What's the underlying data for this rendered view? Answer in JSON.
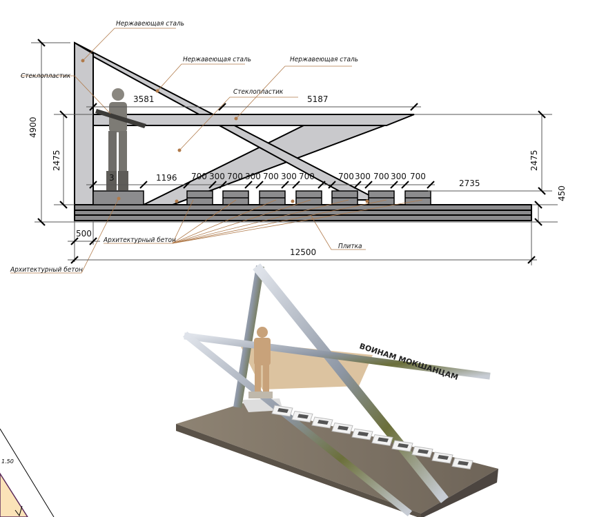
{
  "elevation": {
    "materials": {
      "steel_top": "Нержавеющая сталь",
      "steel_mid": "Нержавеющая сталь",
      "steel_right": "Нержавеющая сталь",
      "fiberglass_left": "Стеклопластик",
      "fiberglass_mid": "Стеклопластик",
      "concrete_blocks": "Архитектурный бетон",
      "concrete_pedestal": "Архитектурный бетон",
      "tile": "Плитка"
    },
    "dimensions": {
      "total_height": "4900",
      "bar_height_left": "2475",
      "bar_height_right": "2475",
      "base_height": "450",
      "left_span": "3581",
      "right_span": "5187",
      "pedestal": "3",
      "gap_first": "1196",
      "blocks": [
        "700",
        "300",
        "700",
        "300",
        "700",
        "300",
        "700",
        "700",
        "300",
        "700",
        "300",
        "700"
      ],
      "right_gap": "2735",
      "offset": "500",
      "total_width": "12500"
    }
  },
  "render": {
    "sign_text": "ВОИНАМ МОКШАНЦАМ"
  },
  "fragment": {
    "scale_label": "1.50"
  },
  "colors": {
    "frame_fill": "#c9c9cc",
    "concrete": "#8c8c8e",
    "leader": "#b07a4a",
    "panel": "#dcc3a0"
  }
}
